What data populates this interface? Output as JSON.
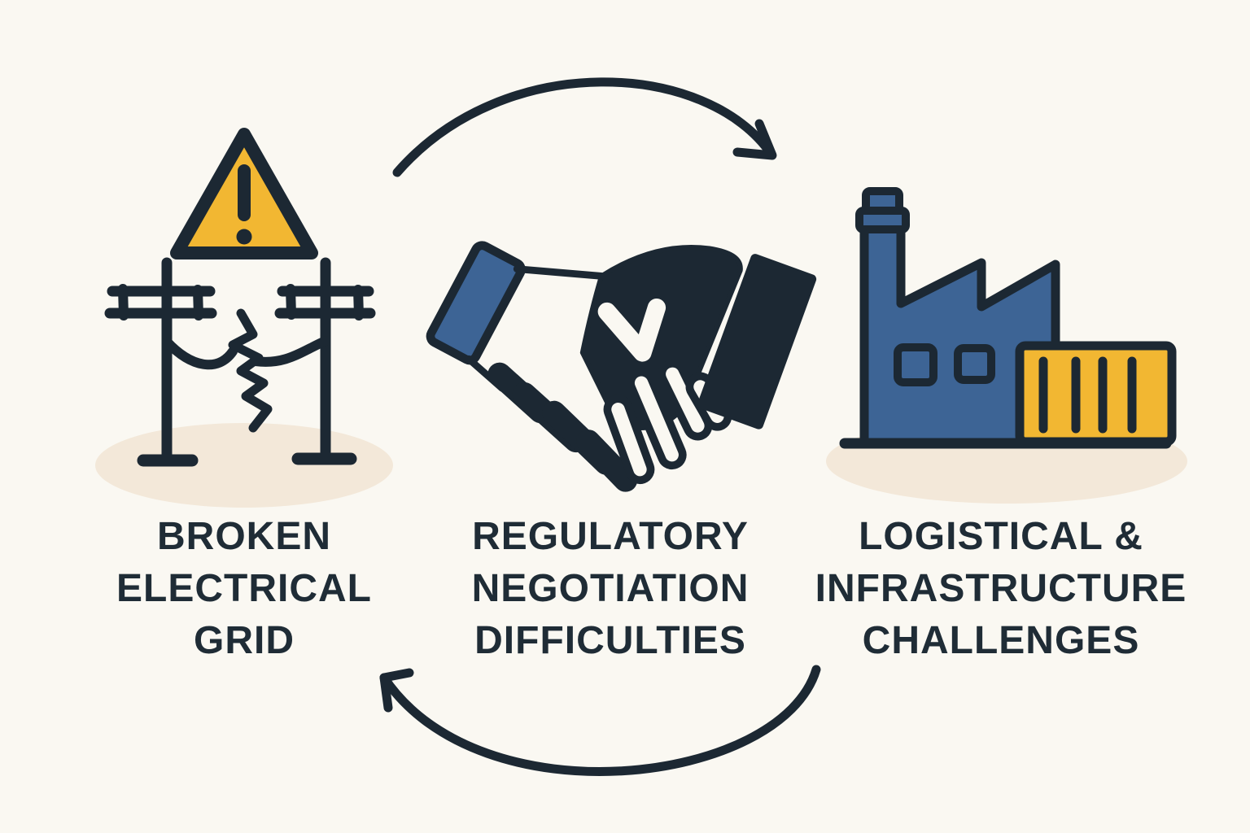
{
  "title": "Infrastructure challenges cycle diagram",
  "colors": {
    "background": "#FAF8F2",
    "ink": "#1C2833",
    "yellow": "#F2B732",
    "blue": "#3D6495",
    "shadow": "#F3E8D9",
    "text": "#1F2C36"
  },
  "items": [
    {
      "id": "broken-electrical-grid",
      "icon": "broken-power-lines-warning-icon",
      "label": "BROKEN ELECTRICAL GRID",
      "lines": [
        "BROKEN",
        "ELECTRICAL",
        "GRID"
      ]
    },
    {
      "id": "regulatory-negotiation-difficulties",
      "icon": "handshake-icon",
      "label": "REGULATORY NEGOTIATION DIFFICULTIES",
      "lines": [
        "REGULATORY",
        "NEGOTIATION",
        "DIFFICULTIES"
      ]
    },
    {
      "id": "logistical-infrastructure-challenges",
      "icon": "factory-shipping-container-icon",
      "label": "LOGISTICAL & INFRASTRUCTURE CHALLENGES",
      "lines": [
        "LOGISTICAL &",
        "INFRASTRUCTURE",
        "CHALLENGES"
      ]
    }
  ],
  "arrows": [
    {
      "id": "top-arrow",
      "direction": "left-to-right"
    },
    {
      "id": "bottom-arrow",
      "direction": "right-to-left"
    }
  ]
}
